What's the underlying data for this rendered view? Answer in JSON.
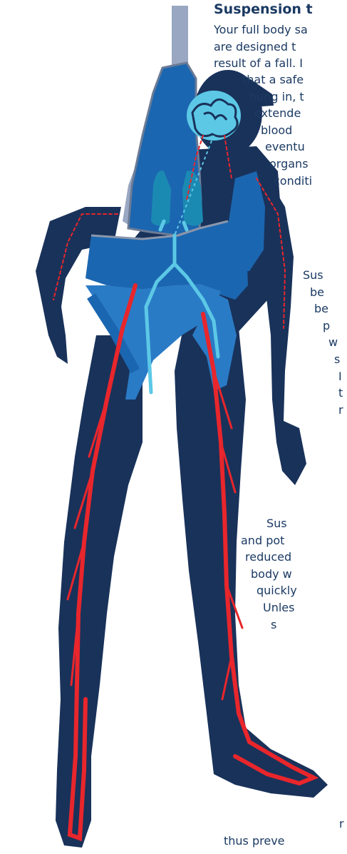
{
  "title": "Suspension t",
  "paragraphs": [
    {
      "lines": [
        "Your full body sa",
        "are designed t",
        "result of a fall. I"
      ]
    },
    {
      "lines": [
        "that a safe",
        "hung in, t",
        "extende",
        "blood",
        "eventu",
        "organs",
        "conditi"
      ]
    },
    {
      "lines": [
        "Sus",
        "be",
        "be",
        "p",
        "w",
        "s",
        "I",
        "t",
        "r"
      ]
    },
    {
      "lines": [
        "Sus",
        "and pot",
        "reduced",
        "body w",
        "quickly",
        "Unles",
        "s"
      ]
    },
    {
      "lines": [
        "r",
        "thus preve"
      ]
    }
  ],
  "colors": {
    "text": "#1b3a63",
    "body": "#19325a",
    "harness": "#1b66b0",
    "harness_light": "#2a7bc6",
    "organs": "#5cc8e6",
    "veins": "#e8262c",
    "rope": "#9aa7c2"
  },
  "icons": [
    "brain-icon",
    "lungs-icon",
    "veins-icon",
    "harness-icon",
    "rope-icon"
  ]
}
